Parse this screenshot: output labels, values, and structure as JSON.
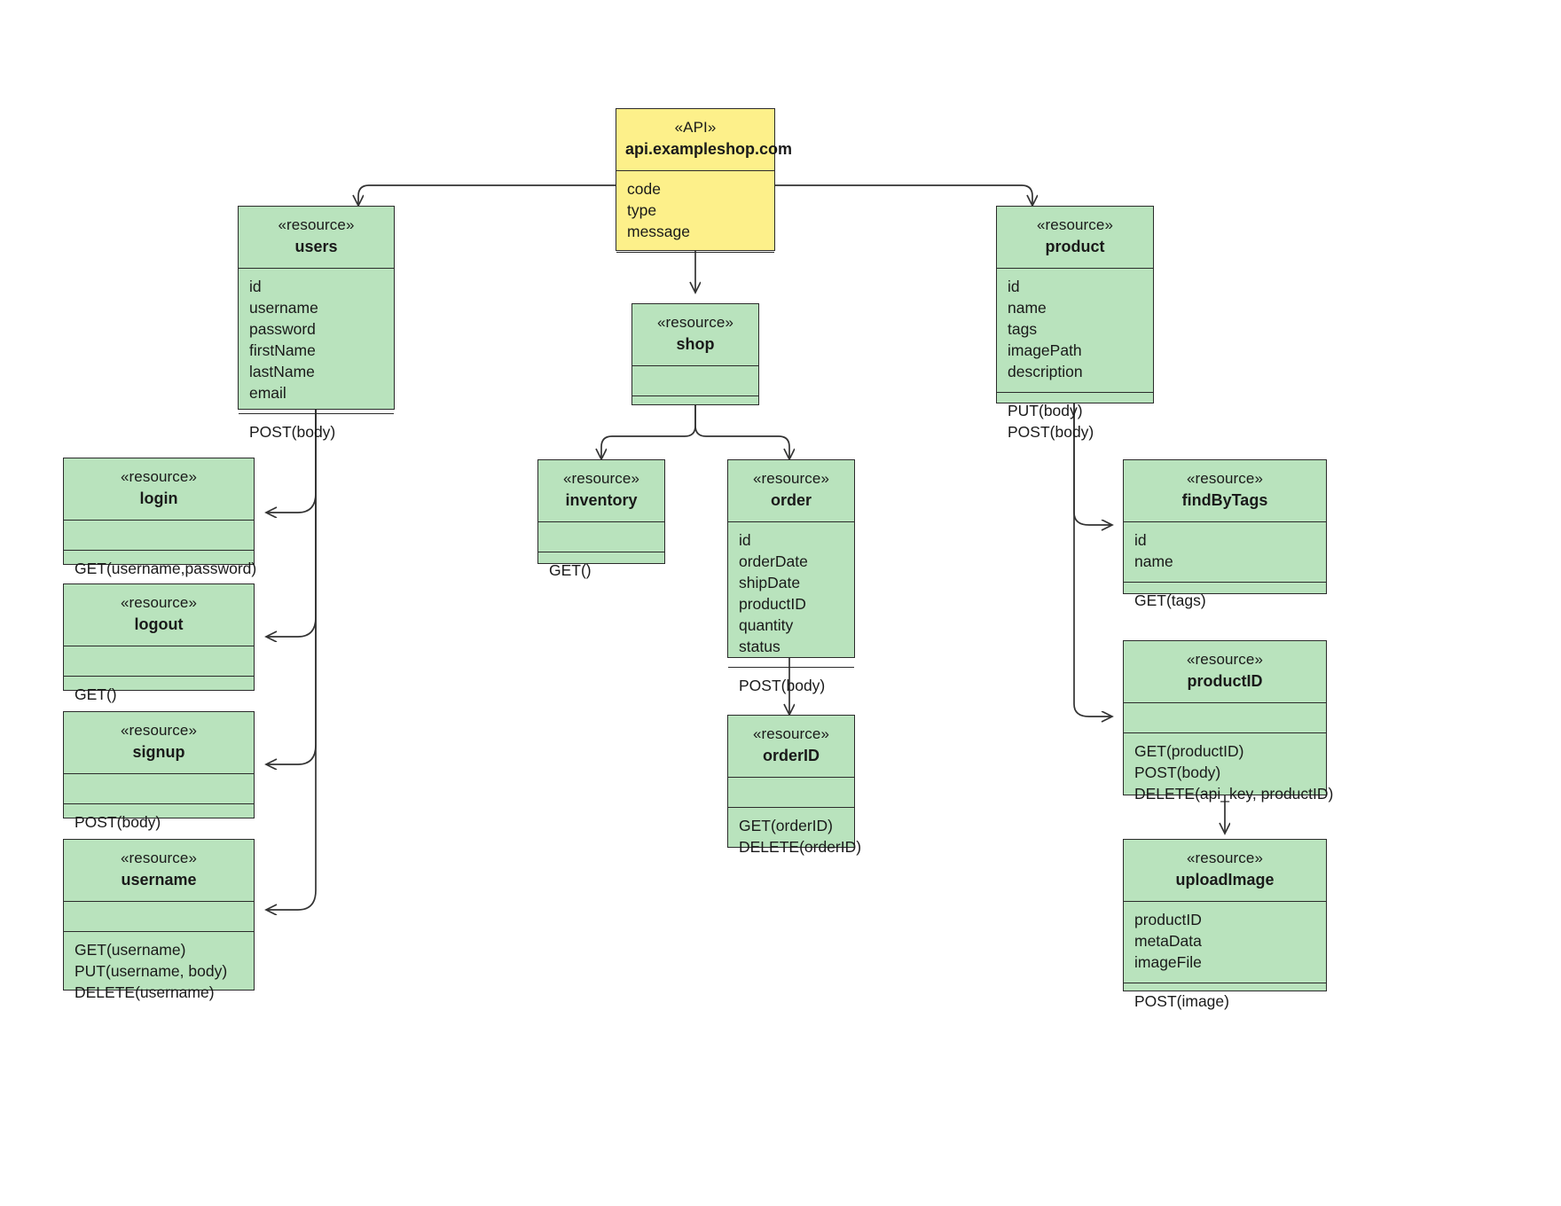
{
  "diagram": {
    "title": "api.exampleshop.com REST resource diagram",
    "colors": {
      "api_fill": "#fdf08a",
      "resource_fill": "#b9e3bd",
      "stroke": "#2b2b2b",
      "background": "#ffffff"
    }
  },
  "nodes": {
    "api": {
      "stereotype": "«API»",
      "name": "api.exampleshop.com",
      "attributes": [
        "code",
        "type",
        "message"
      ],
      "operations": []
    },
    "users": {
      "stereotype": "«resource»",
      "name": "users",
      "attributes": [
        "id",
        "username",
        "password",
        "firstName",
        "lastName",
        "email"
      ],
      "operations": [
        "POST(body)"
      ]
    },
    "login": {
      "stereotype": "«resource»",
      "name": "login",
      "attributes": [],
      "operations": [
        "GET(username,password)"
      ]
    },
    "logout": {
      "stereotype": "«resource»",
      "name": "logout",
      "attributes": [],
      "operations": [
        "GET()"
      ]
    },
    "signup": {
      "stereotype": "«resource»",
      "name": "signup",
      "attributes": [],
      "operations": [
        "POST(body)"
      ]
    },
    "username": {
      "stereotype": "«resource»",
      "name": "username",
      "attributes": [],
      "operations": [
        "GET(username)",
        "PUT(username, body)",
        "DELETE(username)"
      ]
    },
    "shop": {
      "stereotype": "«resource»",
      "name": "shop",
      "attributes": [],
      "operations": []
    },
    "inventory": {
      "stereotype": "«resource»",
      "name": "inventory",
      "attributes": [],
      "operations": [
        "GET()"
      ]
    },
    "order": {
      "stereotype": "«resource»",
      "name": "order",
      "attributes": [
        "id",
        "orderDate",
        "shipDate",
        "productID",
        "quantity",
        "status"
      ],
      "operations": [
        "POST(body)"
      ]
    },
    "orderid": {
      "stereotype": "«resource»",
      "name": "orderID",
      "attributes": [],
      "operations": [
        "GET(orderID)",
        "DELETE(orderID)"
      ]
    },
    "product": {
      "stereotype": "«resource»",
      "name": "product",
      "attributes": [
        "id",
        "name",
        "tags",
        "imagePath",
        "description"
      ],
      "operations": [
        "PUT(body)",
        "POST(body)"
      ]
    },
    "findbytags": {
      "stereotype": "«resource»",
      "name": "findByTags",
      "attributes": [
        "id",
        "name"
      ],
      "operations": [
        "GET(tags)"
      ]
    },
    "productid": {
      "stereotype": "«resource»",
      "name": "productID",
      "attributes": [],
      "operations": [
        "GET(productID)",
        "POST(body)",
        "DELETE(api_key, productID)"
      ]
    },
    "uploadimage": {
      "stereotype": "«resource»",
      "name": "uploadImage",
      "attributes": [
        "productID",
        "metaData",
        "imageFile"
      ],
      "operations": [
        "POST(image)"
      ]
    }
  },
  "edges": [
    {
      "from": "api",
      "to": "users"
    },
    {
      "from": "api",
      "to": "shop"
    },
    {
      "from": "api",
      "to": "product"
    },
    {
      "from": "users",
      "to": "login"
    },
    {
      "from": "users",
      "to": "logout"
    },
    {
      "from": "users",
      "to": "signup"
    },
    {
      "from": "users",
      "to": "username"
    },
    {
      "from": "shop",
      "to": "inventory"
    },
    {
      "from": "shop",
      "to": "order"
    },
    {
      "from": "order",
      "to": "orderid"
    },
    {
      "from": "product",
      "to": "findbytags"
    },
    {
      "from": "product",
      "to": "productid"
    },
    {
      "from": "productid",
      "to": "uploadimage"
    }
  ]
}
